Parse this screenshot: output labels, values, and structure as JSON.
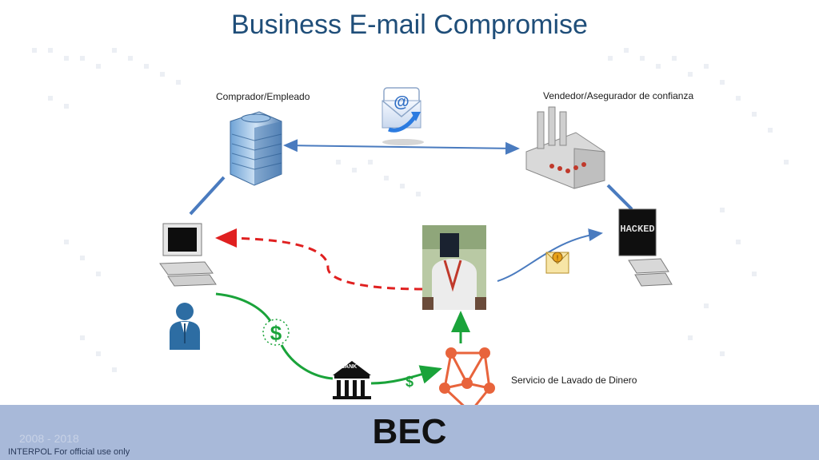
{
  "title": "Business E-mail Compromise",
  "nodes": {
    "buyer_label": "Comprador/Empleado",
    "vendor_label": "Vendedor/Asegurador de confianza",
    "laundering_label": "Servicio de Lavado de Dinero",
    "hacked_text": "HACKED",
    "bank_text": "BANK"
  },
  "footer": {
    "acronym": "BEC",
    "years": "2008 - 2018",
    "classification": "INTERPOL For official use only"
  },
  "colors": {
    "title": "#1f4e79",
    "link_blue": "#4a7bbf",
    "flow_green": "#1aa33a",
    "flow_red": "#e02020",
    "network_orange": "#e8643c",
    "footer_band": "#a8b9d9"
  }
}
